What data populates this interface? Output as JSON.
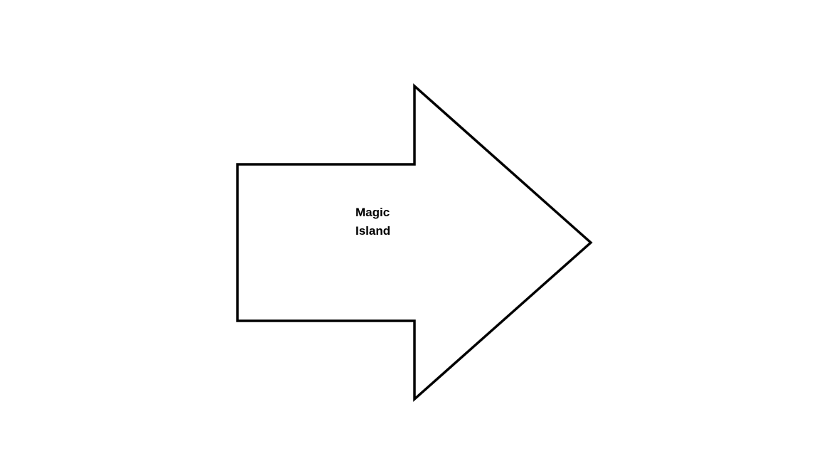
{
  "diagram": {
    "shape": "right-arrow",
    "label_lines": [
      "Magic",
      "Island"
    ],
    "stroke_color": "#000000",
    "fill_color": "#ffffff",
    "text_color": "#000000"
  }
}
